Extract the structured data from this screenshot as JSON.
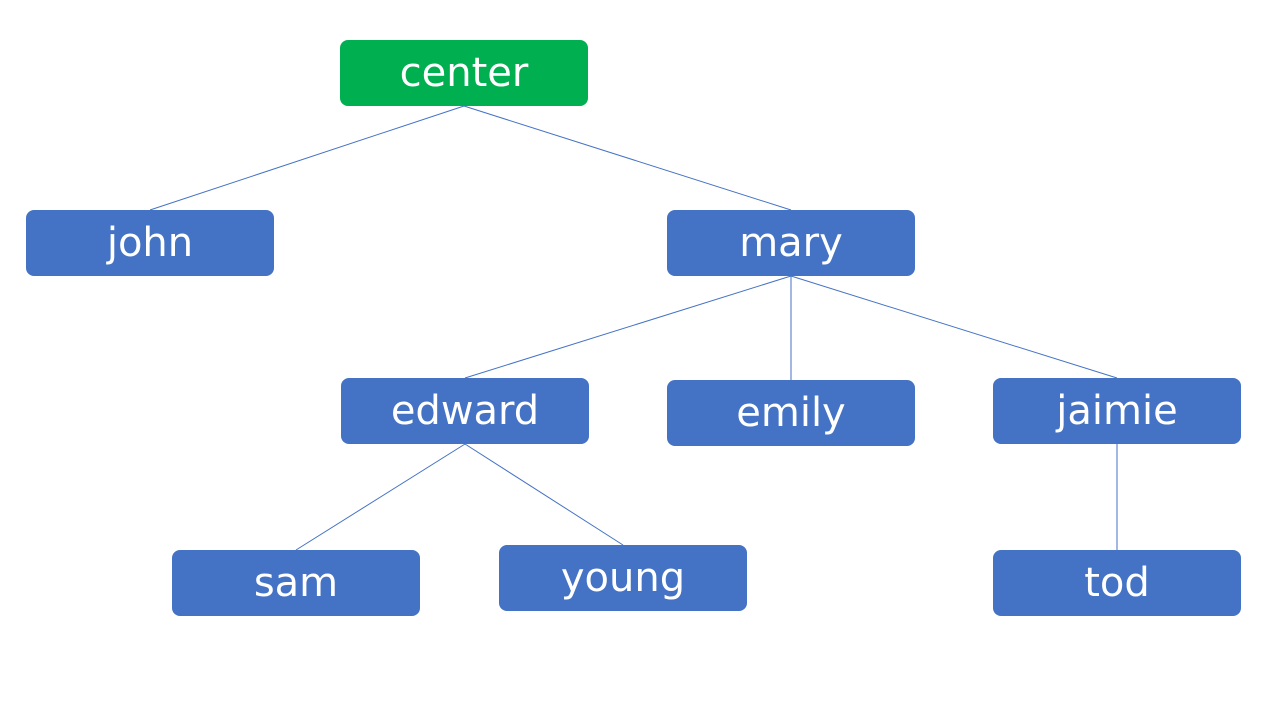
{
  "colors": {
    "root_fill": "#00b050",
    "node_fill": "#4472c4",
    "edge": "#4472c4",
    "text": "#ffffff"
  },
  "nodes": {
    "center": "center",
    "john": "john",
    "mary": "mary",
    "edward": "edward",
    "emily": "emily",
    "jaimie": "jaimie",
    "sam": "sam",
    "young": "young",
    "tod": "tod"
  },
  "edges": [
    [
      "center",
      "john"
    ],
    [
      "center",
      "mary"
    ],
    [
      "mary",
      "edward"
    ],
    [
      "mary",
      "emily"
    ],
    [
      "mary",
      "jaimie"
    ],
    [
      "edward",
      "sam"
    ],
    [
      "edward",
      "young"
    ],
    [
      "jaimie",
      "tod"
    ]
  ]
}
